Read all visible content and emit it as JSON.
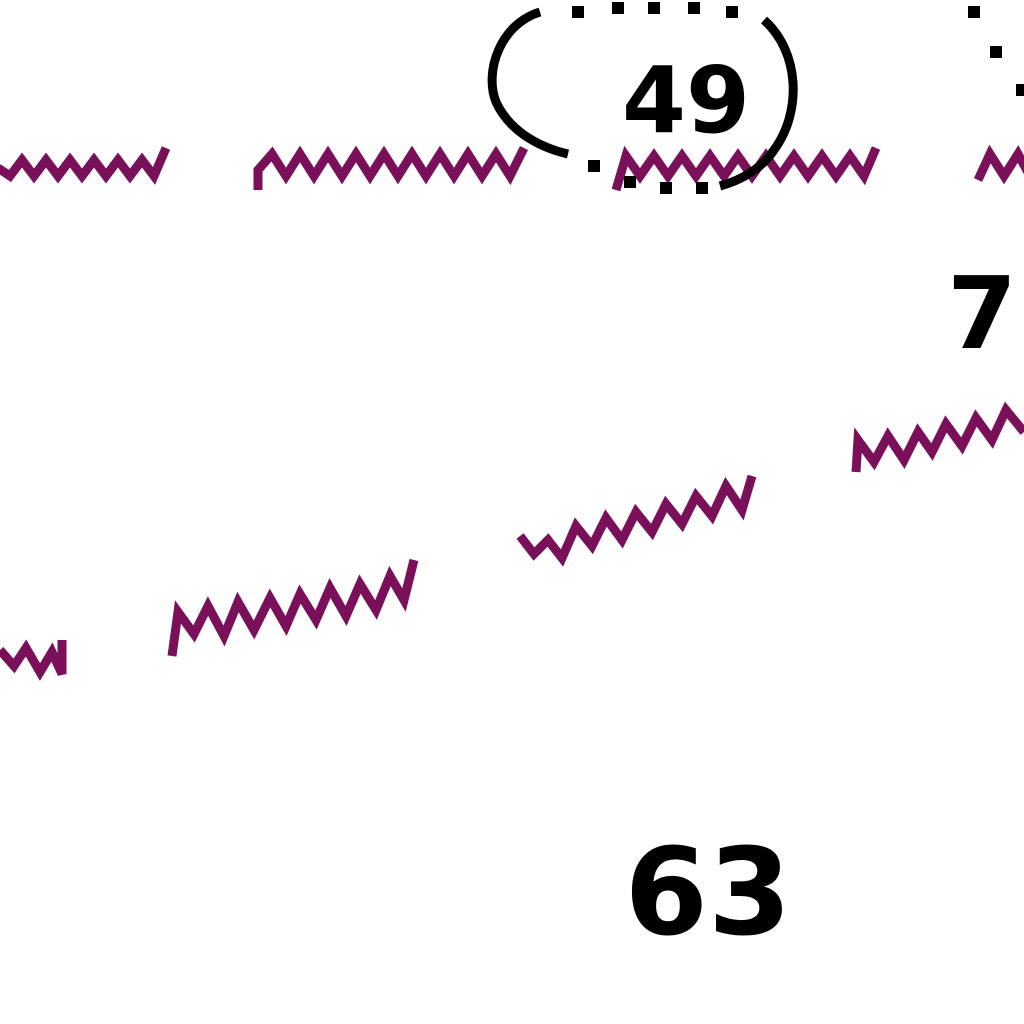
{
  "map": {
    "colors": {
      "background": "#ffffff",
      "depth_text": "#000000",
      "depth_contour": "#000000",
      "boundary_line": "#7a0f5a"
    },
    "soundings": [
      {
        "id": "sounding-49",
        "value": "49",
        "circled": true
      },
      {
        "id": "sounding-7",
        "value": "7",
        "circled": false
      },
      {
        "id": "sounding-63",
        "value": "63",
        "circled": false
      }
    ],
    "features": {
      "depth_contour_style": "dotted",
      "boundary_line_style": "zigzag"
    }
  }
}
